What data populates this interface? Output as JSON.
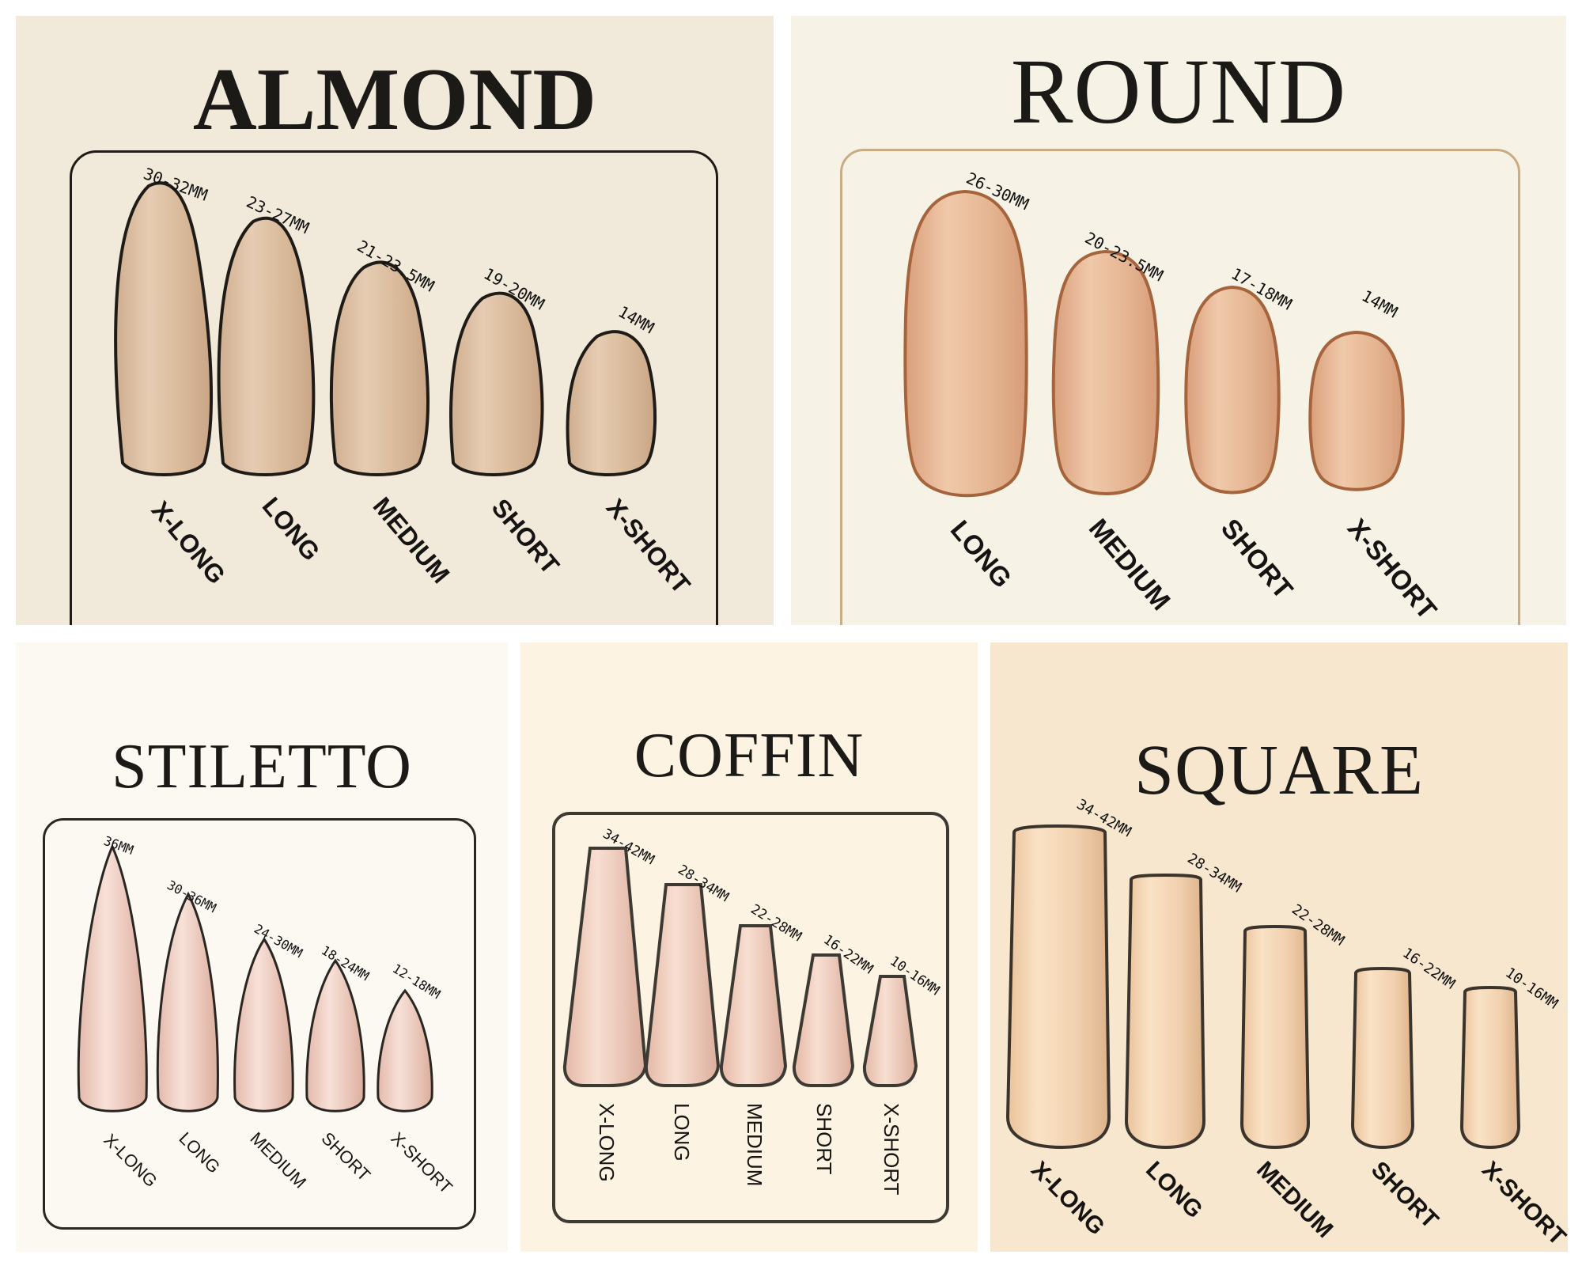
{
  "colors": {
    "page_background": "#ffffff",
    "almond_bg": "#f1e9da",
    "round_bg": "#f6f3e6",
    "stiletto_bg": "#fcf9f3",
    "coffin_bg": "#fcf3e3",
    "square_bg": "#f8e7cf",
    "nail_almond": "#dcbfa2",
    "nail_round": "#e2b393",
    "nail_stiletto": "#efd1c7",
    "nail_coffin": "#f0d0c0",
    "nail_square": "#f0d3b2",
    "outline_dark": "#1f1b17",
    "outline_round": "#a5643c",
    "frame_round": "#c8ad84"
  },
  "panels": [
    {
      "id": "almond",
      "title": "ALMOND",
      "nails": [
        {
          "size": "X-LONG",
          "length": "30-32MM"
        },
        {
          "size": "LONG",
          "length": "23-27MM"
        },
        {
          "size": "MEDIUM",
          "length": "21-23.5MM"
        },
        {
          "size": "SHORT",
          "length": "19-20MM"
        },
        {
          "size": "X-SHORT",
          "length": "14MM"
        }
      ]
    },
    {
      "id": "round",
      "title": "ROUND",
      "nails": [
        {
          "size": "LONG",
          "length": "26-30MM"
        },
        {
          "size": "MEDIUM",
          "length": "20-23.5MM"
        },
        {
          "size": "SHORT",
          "length": "17-18MM"
        },
        {
          "size": "X-SHORT",
          "length": "14MM"
        }
      ]
    },
    {
      "id": "stiletto",
      "title": "STILETTO",
      "nails": [
        {
          "size": "X-LONG",
          "length": "36MM"
        },
        {
          "size": "LONG",
          "length": "30-36MM"
        },
        {
          "size": "MEDIUM",
          "length": "24-30MM"
        },
        {
          "size": "SHORT",
          "length": "18-24MM"
        },
        {
          "size": "X-SHORT",
          "length": "12-18MM"
        }
      ]
    },
    {
      "id": "coffin",
      "title": "COFFIN",
      "nails": [
        {
          "size": "X-LONG",
          "length": "34-42MM"
        },
        {
          "size": "LONG",
          "length": "28-34MM"
        },
        {
          "size": "MEDIUM",
          "length": "22-28MM"
        },
        {
          "size": "SHORT",
          "length": "16-22MM"
        },
        {
          "size": "X-SHORT",
          "length": "10-16MM"
        }
      ]
    },
    {
      "id": "square",
      "title": "SQUARE",
      "nails": [
        {
          "size": "X-LONG",
          "length": "34-42MM"
        },
        {
          "size": "LONG",
          "length": "28-34MM"
        },
        {
          "size": "MEDIUM",
          "length": "22-28MM"
        },
        {
          "size": "SHORT",
          "length": "16-22MM"
        },
        {
          "size": "X-SHORT",
          "length": "10-16MM"
        }
      ]
    }
  ]
}
